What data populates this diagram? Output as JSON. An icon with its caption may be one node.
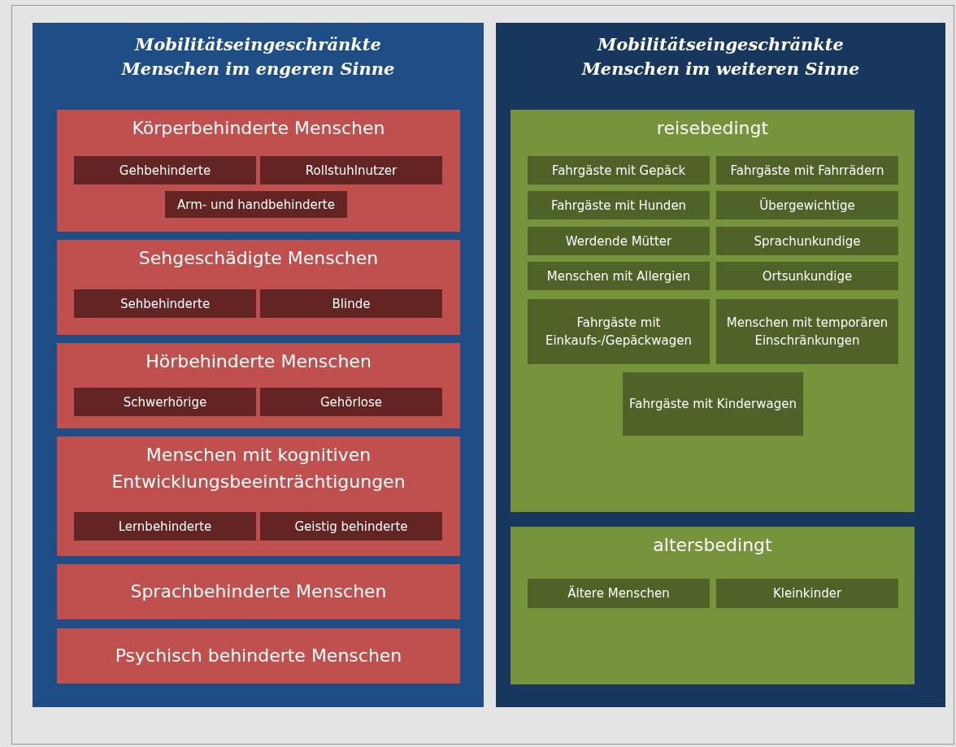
{
  "diagram": {
    "nodes": [
      {
        "text": [
          "Mobilitätseingeschränkte Menschen im engeren Sinne"
        ]
      },
      {
        "text": [
          "Körperbehinderte Menschen"
        ],
        "in": 0
      },
      {
        "text": [
          "Gehbehinderte"
        ],
        "in": 1
      },
      {
        "text": [
          "Rollstuhlnutzer"
        ],
        "in": 1
      },
      {
        "text": [
          "Arm- und handbehinderte"
        ],
        "in": 1
      },
      {
        "text": [
          "Sehgeschädigte Menschen"
        ],
        "in": 0
      },
      {
        "text": [
          "Sehbehinderte"
        ],
        "in": 5
      },
      {
        "text": [
          "Blinde"
        ],
        "in": 5
      },
      {
        "text": [
          "Hörbehinderte Menschen"
        ],
        "in": 0
      },
      {
        "text": [
          "Schwerhörige"
        ],
        "in": 8
      },
      {
        "text": [
          "Gehörlose"
        ],
        "in": 8
      },
      {
        "text": [
          "Menschen mit kognitiven Entwicklungsbeeinträchtigungen"
        ],
        "in": 0
      },
      {
        "text": [
          "Lernbehinderte"
        ],
        "in": 11
      },
      {
        "text": [
          "Geistig behinderte"
        ],
        "in": 11
      },
      {
        "text": [
          "Sprachbehinderte Menschen"
        ],
        "in": 0
      },
      {
        "text": [
          "Psychisch behinderte Menschen"
        ],
        "in": 0
      },
      {
        "text": [
          "Mobilitätseingeschränkte Menschen im weiteren Sinne"
        ]
      },
      {
        "text": [
          "reisebedingt"
        ],
        "in": 16
      },
      {
        "text": [
          "Fahrgäste mit Gepäck"
        ],
        "in": 17
      },
      {
        "text": [
          "Fahrgäste mit Fahrrädern"
        ],
        "in": 17
      },
      {
        "text": [
          "Fahrgäste mit Hunden"
        ],
        "in": 17
      },
      {
        "text": [
          "Übergewichtige"
        ],
        "in": 17
      },
      {
        "text": [
          "Werdende Mütter"
        ],
        "in": 17
      },
      {
        "text": [
          "Sprachunkundige"
        ],
        "in": 17
      },
      {
        "text": [
          "Menschen mit Allergien"
        ],
        "in": 17
      },
      {
        "text": [
          "Ortsunkundige"
        ],
        "in": 17
      },
      {
        "text": [
          "Fahrgäste mit Einkaufs-/Gepäckwagen"
        ],
        "in": 17
      },
      {
        "text": [
          "Menschen mit temporären Einschränkungen"
        ],
        "in": 17
      },
      {
        "text": [
          "Fahrgäste mit Kinderwagen"
        ],
        "in": 17
      },
      {
        "text": [
          "altersbedingt"
        ],
        "in": 16
      },
      {
        "text": [
          "Ältere Menschen"
        ],
        "in": 29
      },
      {
        "text": [
          "Kleinkinder"
        ],
        "in": 29
      }
    ]
  }
}
